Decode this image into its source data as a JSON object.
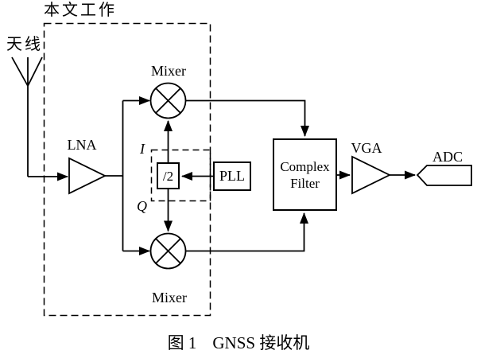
{
  "figure": {
    "work_box_label": "本文工作",
    "antenna_label": "天线",
    "lna_label": "LNA",
    "top_mixer_label": "Mixer",
    "bottom_mixer_label": "Mixer",
    "i_branch_label": "I",
    "q_branch_label": "Q",
    "divider_label": "/2",
    "pll_label": "PLL",
    "complex_filter_line1": "Complex",
    "complex_filter_line2": "Filter",
    "vga_label": "VGA",
    "adc_label": "ADC"
  },
  "caption": {
    "index": "图 1",
    "title": "GNSS 接收机"
  },
  "icons": {
    "antenna": "antenna-icon",
    "mixer": "mixer-multiply-circle-icon",
    "amplifier": "amplifier-triangle-icon",
    "adc_block": "adc-pentagon-icon"
  },
  "colors": {
    "line": "#000000",
    "background": "#ffffff"
  }
}
